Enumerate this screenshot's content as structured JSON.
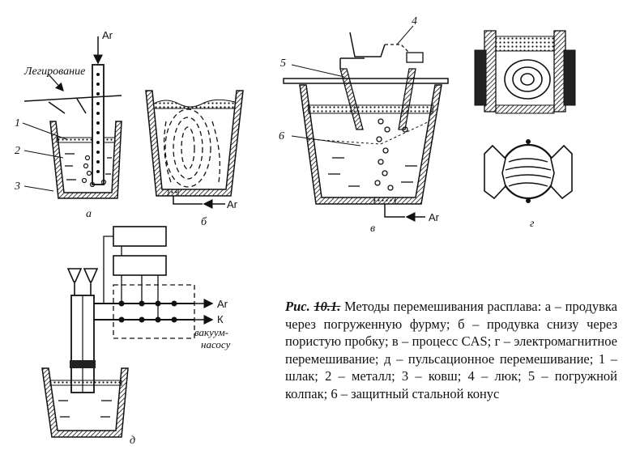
{
  "labels": {
    "ar": "Ar",
    "legirovanie": "Легирование",
    "num1": "1",
    "num2": "2",
    "num3": "3",
    "num4": "4",
    "num5": "5",
    "num6": "6",
    "pa": "а",
    "pb": "б",
    "pv": "в",
    "pg": "г",
    "pd": "д",
    "k": "К",
    "vacuum": "вакуум-",
    "pumps": "насосу"
  },
  "caption": {
    "prefix": "Рис.",
    "struck": "10.1.",
    "text": "Методы перемешивания расплава: а – продувка через погруженную фурму; б – продувка снизу через пористую пробку; в – процесс CAS; г – электромагнитное перемешивание; д – пульсационное перемешивание; 1 – шлак; 2 – металл; 3 – ковш; 4 – люк; 5 – погружной колпак; 6 – защитный стальной конус"
  }
}
